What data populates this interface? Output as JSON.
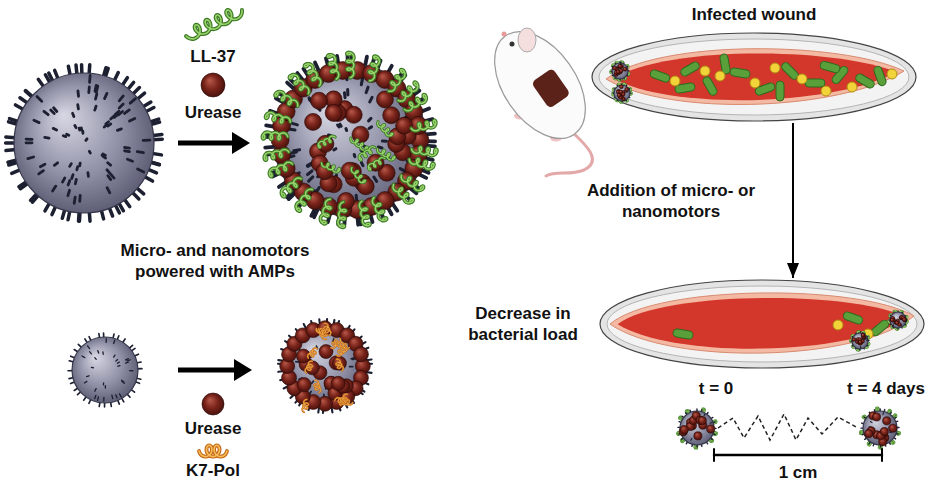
{
  "diagram": {
    "nodes": [
      {
        "text": [
          "Infected wound"
        ]
      },
      {
        "text": [
          "Decrease in bacterial load"
        ]
      }
    ],
    "edges": [
      {
        "from": 0,
        "to": 1,
        "arrow": "to",
        "label": "Addition of micro- or nanomotors"
      }
    ],
    "labels": [
      "LL-37",
      "Urease",
      "Micro- and nanomotors powered with AMPs",
      "Urease",
      "K7-Pol",
      "t = 0",
      "t = 4 days",
      "1 cm"
    ]
  }
}
